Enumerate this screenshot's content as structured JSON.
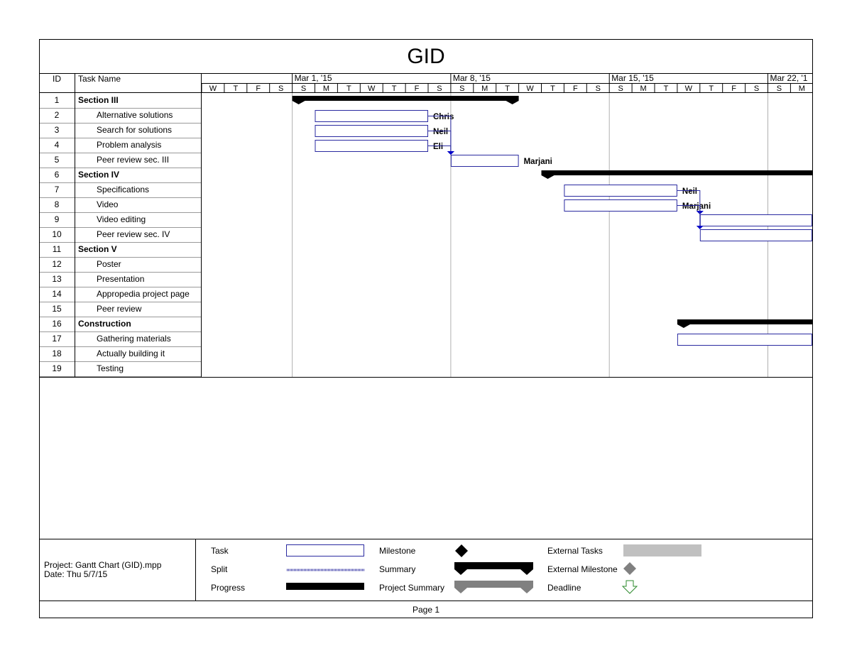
{
  "title": "GID",
  "columns": {
    "id": "ID",
    "task_name": "Task Name"
  },
  "timescale": {
    "weeks": [
      "Mar 1, '15",
      "Mar 8, '15",
      "Mar 15, '15",
      "Mar 22, '1"
    ],
    "days": [
      "W",
      "T",
      "F",
      "S",
      "S",
      "M",
      "T",
      "W",
      "T",
      "F",
      "S",
      "S",
      "M",
      "T",
      "W",
      "T",
      "F",
      "S",
      "S",
      "M",
      "T",
      "W",
      "T",
      "F",
      "S",
      "S",
      "M"
    ]
  },
  "tasks": [
    {
      "id": "1",
      "name": "Section III",
      "summary": true
    },
    {
      "id": "2",
      "name": "Alternative solutions",
      "summary": false
    },
    {
      "id": "3",
      "name": "Search for solutions",
      "summary": false
    },
    {
      "id": "4",
      "name": "Problem analysis",
      "summary": false
    },
    {
      "id": "5",
      "name": "Peer review sec. III",
      "summary": false
    },
    {
      "id": "6",
      "name": "Section IV",
      "summary": true
    },
    {
      "id": "7",
      "name": "Specifications",
      "summary": false
    },
    {
      "id": "8",
      "name": "Video",
      "summary": false
    },
    {
      "id": "9",
      "name": "Video editing",
      "summary": false
    },
    {
      "id": "10",
      "name": "Peer review sec. IV",
      "summary": false
    },
    {
      "id": "11",
      "name": "Section V",
      "summary": true
    },
    {
      "id": "12",
      "name": "Poster",
      "summary": false
    },
    {
      "id": "13",
      "name": "Presentation",
      "summary": false
    },
    {
      "id": "14",
      "name": "Appropedia project page",
      "summary": false
    },
    {
      "id": "15",
      "name": "Peer review",
      "summary": false
    },
    {
      "id": "16",
      "name": "Construction",
      "summary": true
    },
    {
      "id": "17",
      "name": "Gathering materials",
      "summary": false
    },
    {
      "id": "18",
      "name": "Actually building it",
      "summary": false
    },
    {
      "id": "19",
      "name": "Testing",
      "summary": false
    }
  ],
  "chart_data": {
    "type": "gantt",
    "visible_range": [
      "2015-02-25",
      "2015-03-23"
    ],
    "bars": [
      {
        "row": 1,
        "kind": "summary",
        "start": "2015-03-01",
        "end": "2015-03-11"
      },
      {
        "row": 2,
        "kind": "task",
        "start": "2015-03-02",
        "end": "2015-03-07",
        "resource": "Chris"
      },
      {
        "row": 3,
        "kind": "task",
        "start": "2015-03-02",
        "end": "2015-03-07",
        "resource": "Neil"
      },
      {
        "row": 4,
        "kind": "task",
        "start": "2015-03-02",
        "end": "2015-03-07",
        "resource": "Eli"
      },
      {
        "row": 5,
        "kind": "task",
        "start": "2015-03-08",
        "end": "2015-03-11",
        "resource": "Marjani"
      },
      {
        "row": 6,
        "kind": "summary",
        "start": "2015-03-12",
        "end": "2015-03-24"
      },
      {
        "row": 7,
        "kind": "task",
        "start": "2015-03-13",
        "end": "2015-03-18",
        "resource": "Neil"
      },
      {
        "row": 8,
        "kind": "task",
        "start": "2015-03-13",
        "end": "2015-03-18",
        "resource": "Marjani"
      },
      {
        "row": 9,
        "kind": "task",
        "start": "2015-03-19",
        "end": "2015-03-24",
        "resource": ""
      },
      {
        "row": 10,
        "kind": "task",
        "start": "2015-03-19",
        "end": "2015-03-24",
        "resource": ""
      },
      {
        "row": 16,
        "kind": "summary",
        "start": "2015-03-18",
        "end": "2015-03-24"
      },
      {
        "row": 17,
        "kind": "task",
        "start": "2015-03-18",
        "end": "2015-03-24",
        "resource": ""
      }
    ],
    "dependencies": [
      {
        "from": 2,
        "to": 5
      },
      {
        "from": 3,
        "to": 5
      },
      {
        "from": 4,
        "to": 5
      },
      {
        "from": 7,
        "to": 9
      },
      {
        "from": 8,
        "to": 9
      },
      {
        "from": 8,
        "to": 10
      }
    ]
  },
  "legend": {
    "project": "Project: Gantt Chart (GID).mpp",
    "date": "Date: Thu 5/7/15",
    "items": [
      {
        "label": "Task",
        "symbol": "task"
      },
      {
        "label": "Split",
        "symbol": "split"
      },
      {
        "label": "Progress",
        "symbol": "progress"
      },
      {
        "label": "Milestone",
        "symbol": "milestone"
      },
      {
        "label": "Summary",
        "symbol": "summary"
      },
      {
        "label": "Project Summary",
        "symbol": "project-summary"
      },
      {
        "label": "External Tasks",
        "symbol": "external-tasks"
      },
      {
        "label": "External Milestone",
        "symbol": "external-milestone"
      },
      {
        "label": "Deadline",
        "symbol": "deadline"
      }
    ]
  },
  "colors": {
    "task_border": "#2a2aa0",
    "link": "#2a2aa0",
    "summary": "#000000",
    "external": "#c0c0c0",
    "external_milestone": "#808080",
    "project_summary": "#808080",
    "deadline": "#2e8b2e",
    "grid_line": "#b0b0b0"
  },
  "footer": {
    "page": "Page 1"
  }
}
